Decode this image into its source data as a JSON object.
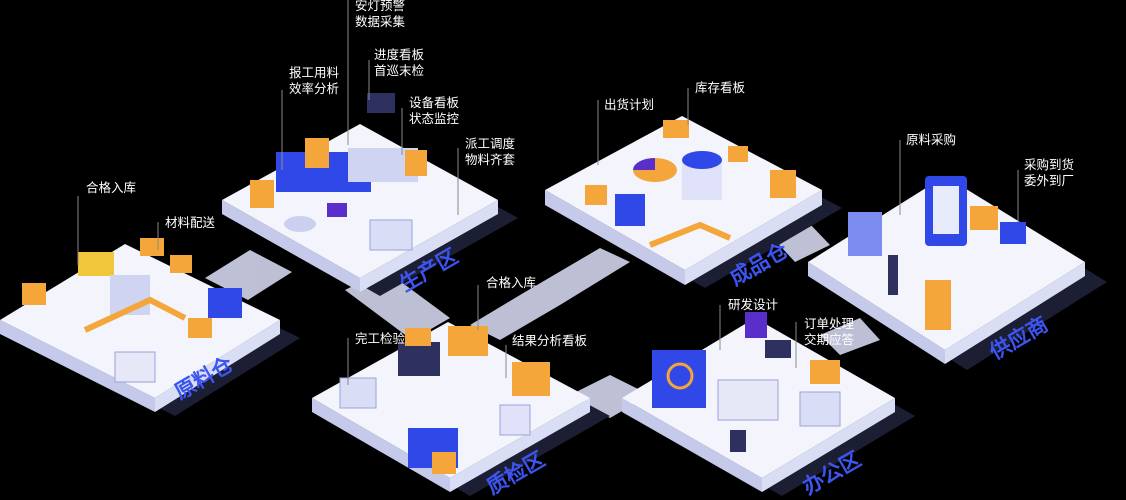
{
  "colors": {
    "background": "#000000",
    "platform_top": "#f3f4fb",
    "platform_side": "#c9cdea",
    "platform_shadow": "#1b1d33",
    "connector": "#d9ddf7",
    "zone_text": "#3d55f0",
    "accent_orange": "#f4a63a",
    "accent_blue": "#3148e8",
    "leader_line": "#8a8a8a"
  },
  "zones": {
    "raw_material": "原料仓",
    "production": "生产区",
    "finished_goods": "成品仓",
    "supply_chain": "供应商",
    "quality": "质检区",
    "office": "办公区"
  },
  "annotations": {
    "andon_alert": "安灯预警",
    "data_collection": "数据采集",
    "progress_board": "进度看板",
    "first_last_inspection": "首巡末检",
    "material_report": "报工用料",
    "efficiency_analysis": "效率分析",
    "equipment_board": "设备看板",
    "status_monitor": "状态监控",
    "dispatch": "派工调度",
    "kitting": "物料齐套",
    "inbound_raw": "合格入库",
    "material_delivery": "材料配送",
    "shipping_plan": "出货计划",
    "inventory_board": "库存看板",
    "raw_purchase": "原料采购",
    "purchase_arrival": "采购到货",
    "outsourced_arrival": "委外到厂",
    "inbound_quality": "合格入库",
    "final_inspection": "完工检验",
    "result_analysis_board": "结果分析看板",
    "rd_design": "研发设计",
    "order_processing": "订单处理",
    "delivery_response": "交期应答"
  }
}
